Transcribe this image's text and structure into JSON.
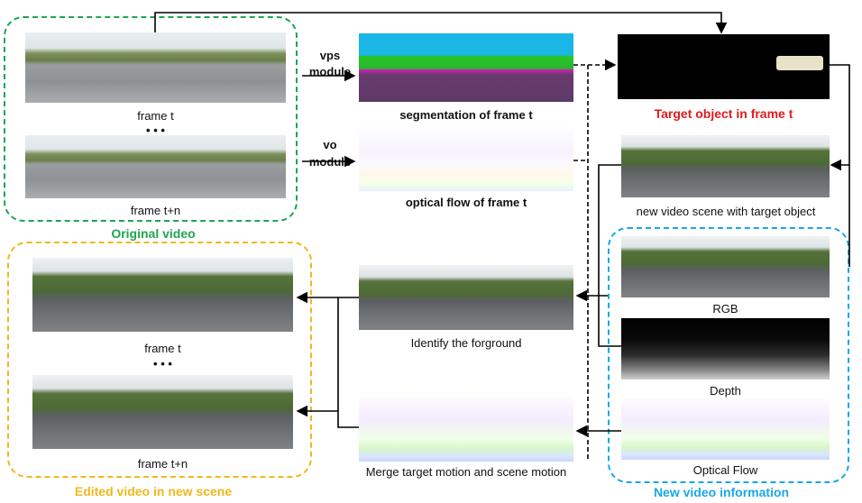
{
  "colors": {
    "original": "#1fa550",
    "edited": "#f0b81e",
    "newinfo": "#1aa7e8",
    "target_label": "#e01b1b"
  },
  "labels": {
    "frame_t_top": "frame t",
    "dots_top": "• • •",
    "frame_tn_top": "frame t+n",
    "original_video": "Original video",
    "vps_1": "vps",
    "vps_2": "module",
    "vo_1": "vo",
    "vo_2": "module",
    "segmentation": "segmentation of frame t",
    "optical_flow": "optical flow of frame t",
    "target_object": "Target object in frame t",
    "new_scene": "new video scene with target object",
    "rgb": "RGB",
    "depth": "Depth",
    "optical_flow_new": "Optical Flow",
    "new_info": "New video information",
    "identify": "Identify the forground",
    "merge": "Merge target motion and scene motion",
    "frame_t_bottom": "frame t",
    "dots_bottom": "• • •",
    "frame_tn_bottom": "frame t+n",
    "edited_video": "Edited video in new scene"
  },
  "images": [
    "original-frame-t",
    "original-frame-tn",
    "segmentation-image",
    "optical-flow-image",
    "target-object-image",
    "new-scene-image",
    "rgb-image",
    "depth-image",
    "new-optical-flow-image",
    "foreground-image",
    "merged-flow-image",
    "edited-frame-t",
    "edited-frame-tn"
  ]
}
